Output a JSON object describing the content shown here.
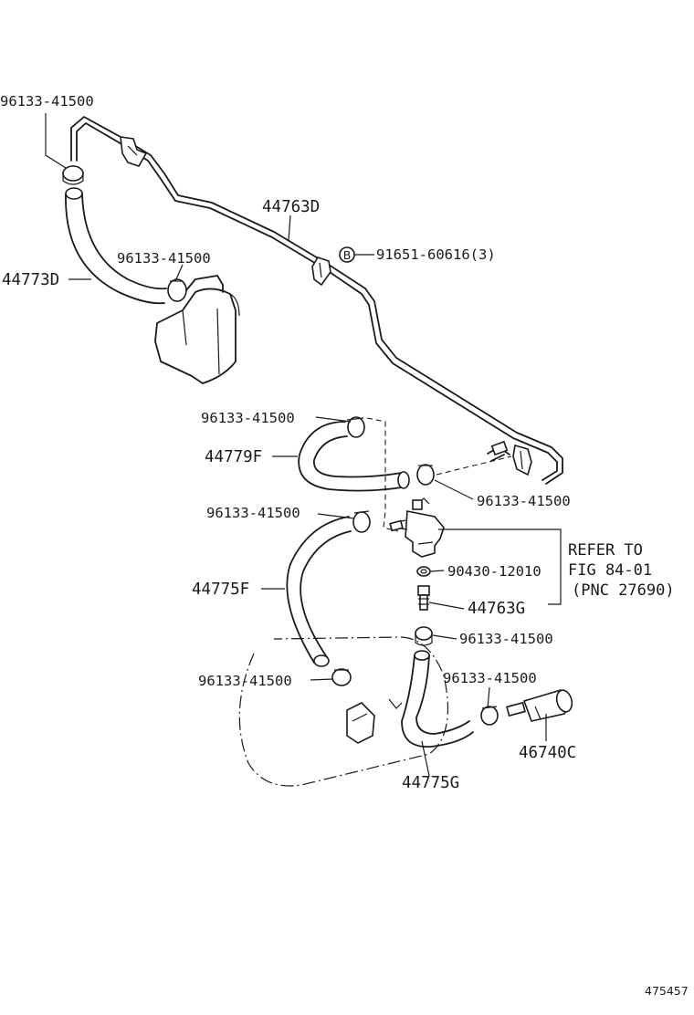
{
  "diagram": {
    "figure_number": "475457",
    "labels": {
      "clamp_top_left": "96133-41500",
      "pipe_main": "44763D",
      "bolt_note": "91651-60616(3)",
      "bolt_mark": "B",
      "hose_top_left": "44773D",
      "clamp_tank_top": "96133-41500",
      "clamp_mid_upper": "96133-41500",
      "hose_mid_upper": "44779F",
      "clamp_mid_right": "96133-41500",
      "clamp_mid_left": "96133-41500",
      "washer": "90430-12010",
      "hose_long": "44775F",
      "joint": "44763G",
      "clamp_under_joint": "96133-41500",
      "clamp_lower_left": "96133-41500",
      "clamp_lower_right": "96133-41500",
      "motor": "46740C",
      "hose_lower": "44775G"
    },
    "reference": {
      "line1": "REFER TO",
      "line2": "FIG 84-01",
      "line3": "(PNC 27690)"
    }
  }
}
